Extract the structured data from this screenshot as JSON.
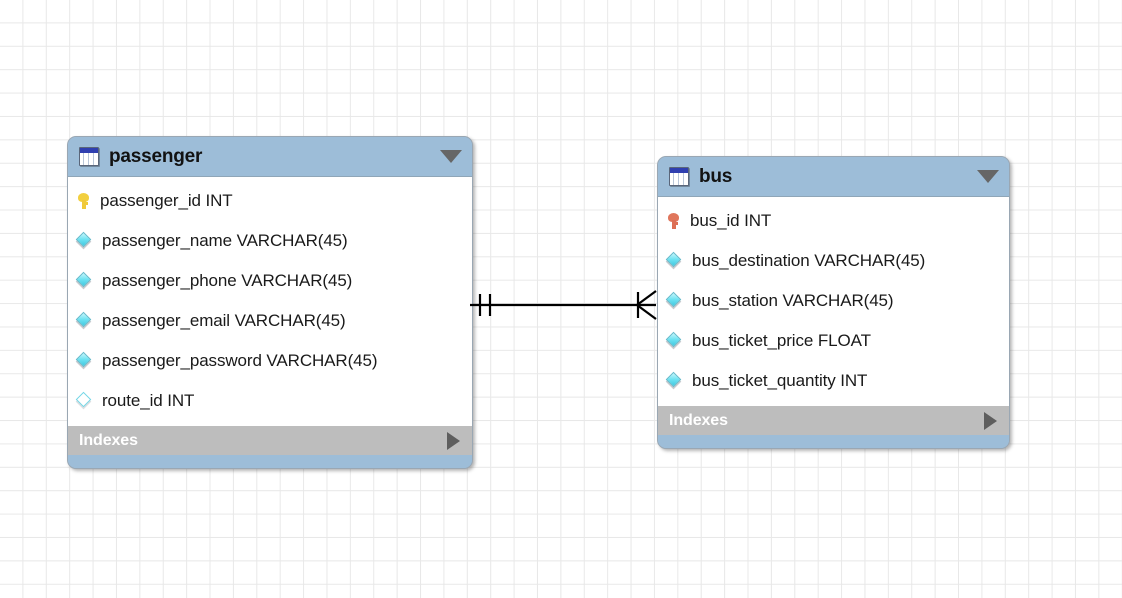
{
  "canvas": {
    "background": "#ffffff",
    "grid_color": "#e8e8e8"
  },
  "tables": [
    {
      "name": "passenger",
      "header_color": "#9dbdd8",
      "icon": "table-icon",
      "collapse_caret": "chevron-down-icon",
      "columns": [
        {
          "label": "passenger_id INT",
          "icon": "primary-key-icon",
          "icon_color": "#f2cf3f"
        },
        {
          "label": "passenger_name VARCHAR(45)",
          "icon": "column-filled-diamond-icon",
          "icon_color": "#6fe3f2"
        },
        {
          "label": "passenger_phone VARCHAR(45)",
          "icon": "column-filled-diamond-icon",
          "icon_color": "#6fe3f2"
        },
        {
          "label": "passenger_email VARCHAR(45)",
          "icon": "column-filled-diamond-icon",
          "icon_color": "#6fe3f2"
        },
        {
          "label": "passenger_password VARCHAR(45)",
          "icon": "column-filled-diamond-icon",
          "icon_color": "#6fe3f2"
        },
        {
          "label": "route_id INT",
          "icon": "column-hollow-diamond-icon",
          "icon_color": "#73d6e6"
        }
      ],
      "indexes_label": "Indexes",
      "indexes_caret": "chevron-right-icon"
    },
    {
      "name": "bus",
      "header_color": "#9dbdd8",
      "icon": "table-icon",
      "collapse_caret": "chevron-down-icon",
      "columns": [
        {
          "label": "bus_id INT",
          "icon": "primary-key-icon",
          "icon_color": "#e0765c"
        },
        {
          "label": "bus_destination VARCHAR(45)",
          "icon": "column-filled-diamond-icon",
          "icon_color": "#6fe3f2"
        },
        {
          "label": "bus_station VARCHAR(45)",
          "icon": "column-filled-diamond-icon",
          "icon_color": "#6fe3f2"
        },
        {
          "label": "bus_ticket_price FLOAT",
          "icon": "column-filled-diamond-icon",
          "icon_color": "#6fe3f2"
        },
        {
          "label": "bus_ticket_quantity INT",
          "icon": "column-filled-diamond-icon",
          "icon_color": "#6fe3f2"
        }
      ],
      "indexes_label": "Indexes",
      "indexes_caret": "chevron-right-icon"
    }
  ],
  "relationship": {
    "from_table": "passenger",
    "to_table": "bus",
    "from_cardinality": "exactly-one",
    "to_cardinality": "one-to-many",
    "notation": "crows-foot",
    "line_color": "#000000"
  }
}
